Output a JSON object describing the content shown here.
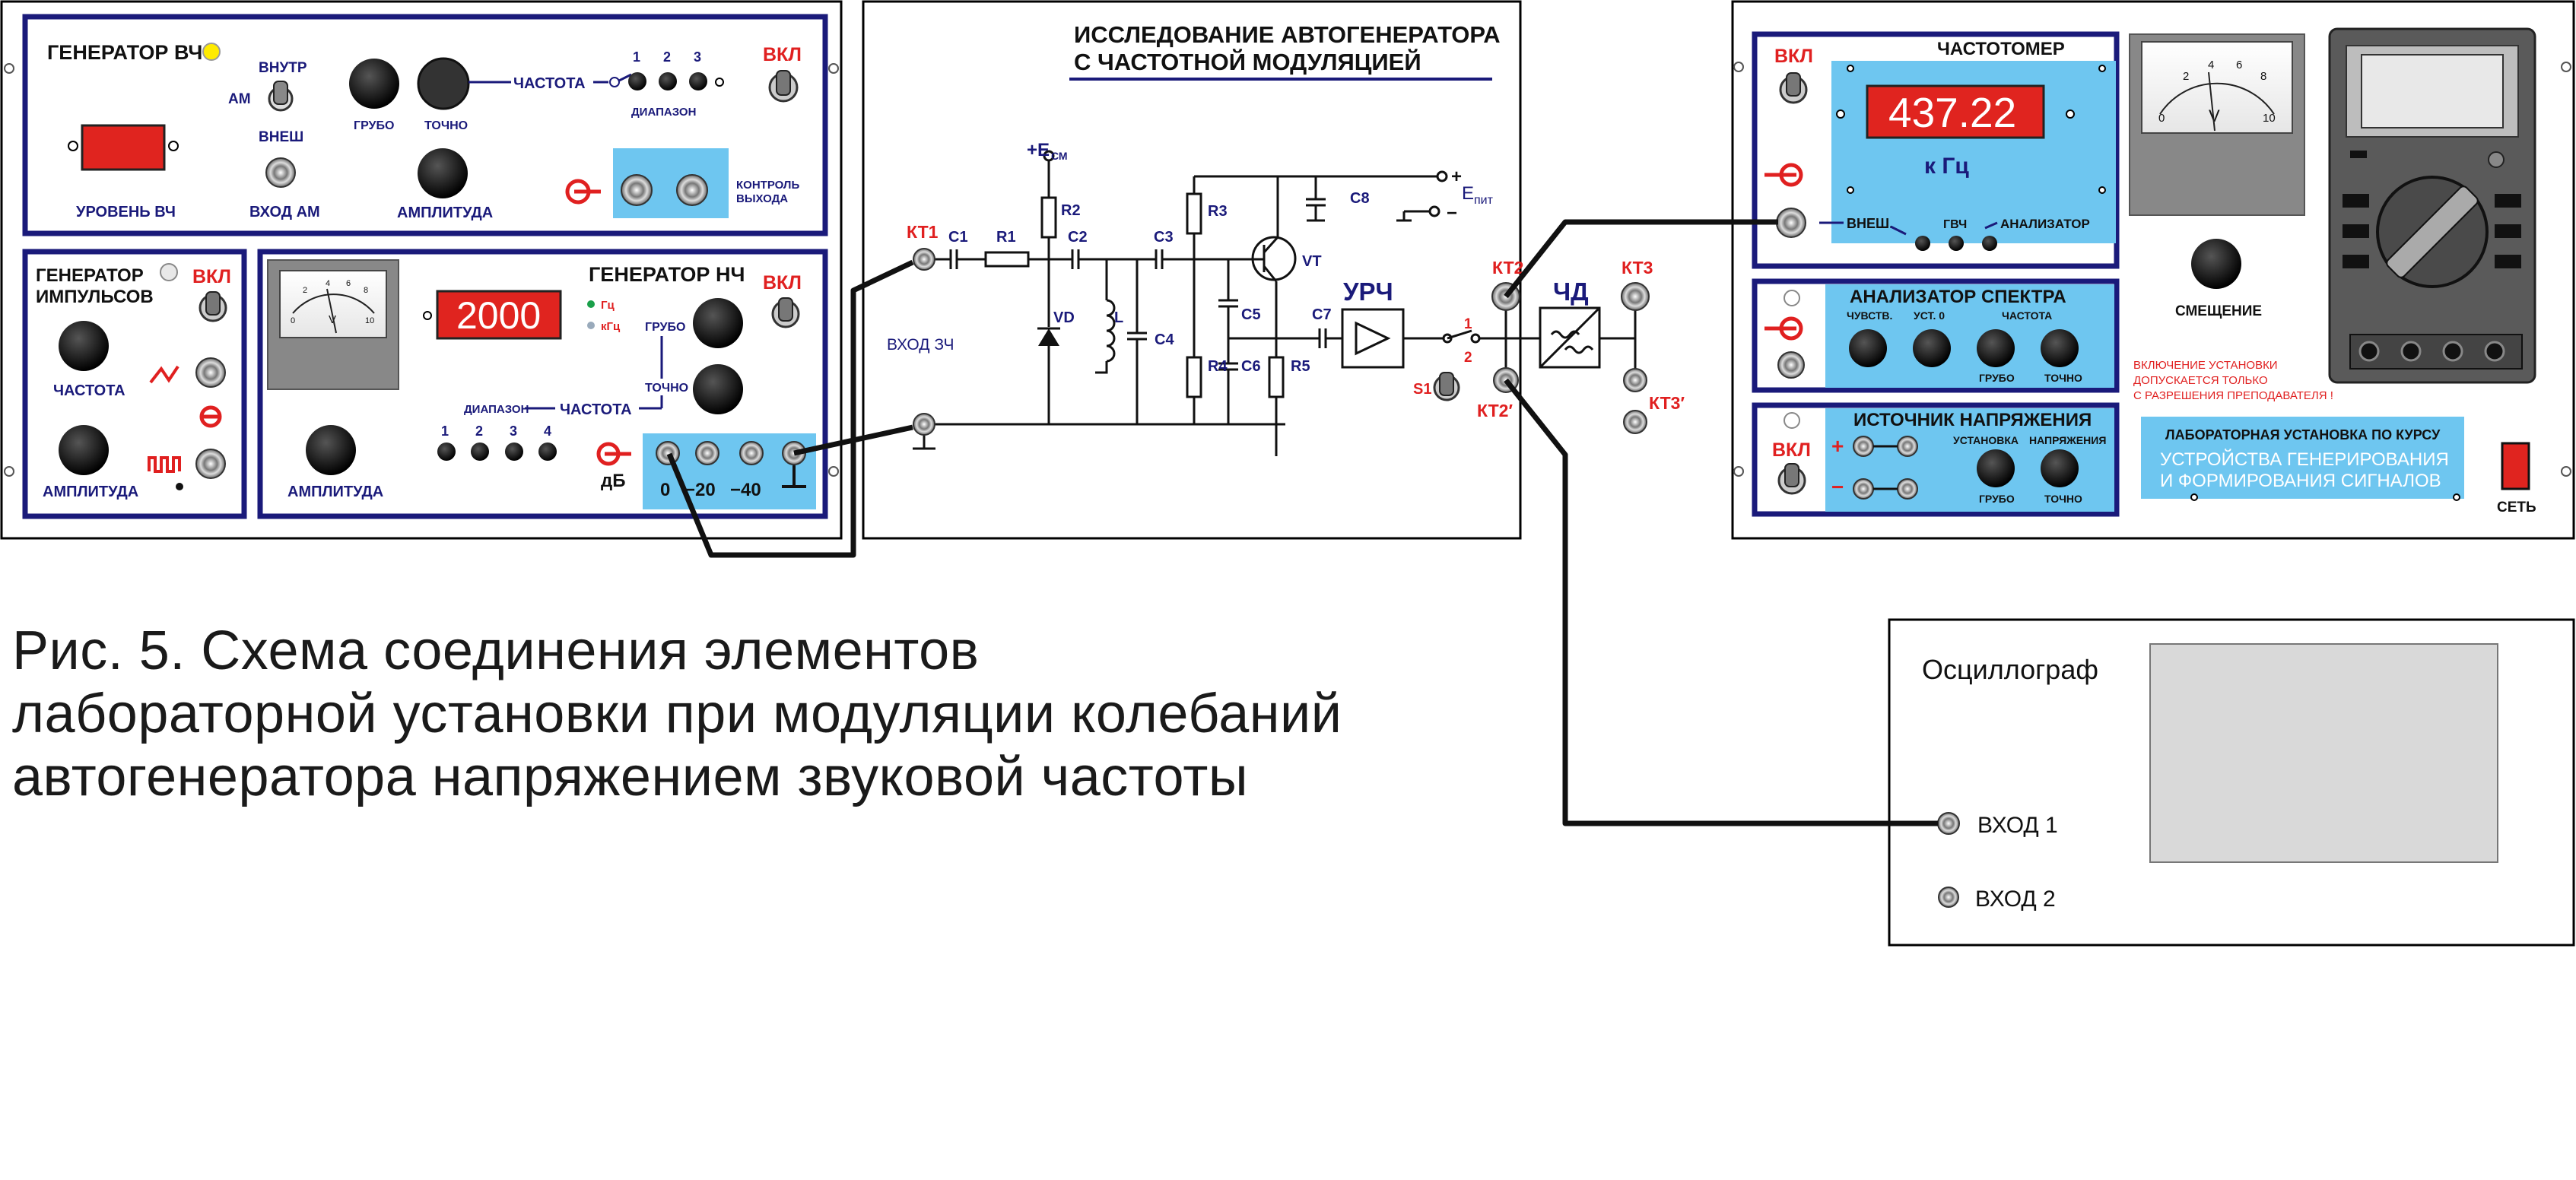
{
  "caption": {
    "line1": "Рис. 5. Схема соединения элементов",
    "line2": "лабораторной установки  при модуляции колебаний",
    "line3": "автогенератора напряжением звуковой частоты"
  },
  "left_panel": {
    "rf_generator": {
      "title": "ГЕНЕРАТОР  ВЧ",
      "level_label": "УРОВЕНЬ  ВЧ",
      "am_label": "АМ",
      "int_label": "ВНУТР",
      "ext_label": "ВНЕШ",
      "am_input_label": "ВХОД АМ",
      "coarse_label": "ГРУБО",
      "fine_label": "ТОЧНО",
      "frequency_label": "ЧАСТОТА",
      "range_label": "ДИАПАЗОН",
      "range_positions": [
        "1",
        "2",
        "3"
      ],
      "amplitude_label": "АМПЛИТУДА",
      "output_control_label_1": "КОНТРОЛЬ",
      "output_control_label_2": "ВЫХОДА",
      "power_label": "ВКЛ",
      "power_indicator_color": "#ffeb00"
    },
    "pulse_generator": {
      "title_1": "ГЕНЕРАТОР",
      "title_2": "ИМПУЛЬСОВ",
      "power_label": "ВКЛ",
      "frequency_label": "ЧАСТОТА",
      "amplitude_label": "АМПЛИТУДА"
    },
    "lf_generator": {
      "title": "ГЕНЕРАТОР  НЧ",
      "display_value": "2000",
      "unit_hz": "Гц",
      "unit_khz": "кГц",
      "coarse_label": "ГРУБО",
      "fine_label": "ТОЧНО",
      "range_label": "ДИАПАЗОН",
      "frequency_label": "ЧАСТОТА",
      "range_positions": [
        "1",
        "2",
        "3",
        "4"
      ],
      "amplitude_label": "АМПЛИТУДА",
      "power_label": "ВКЛ",
      "db_label": "дБ",
      "attenuator": [
        "0",
        "−20",
        "−40"
      ],
      "meter_scale": [
        "0",
        "2",
        "4",
        "6",
        "8",
        "10"
      ],
      "meter_unit": "V"
    }
  },
  "center_panel": {
    "title_1": "ИССЛЕДОВАНИЕ  АВТОГЕНЕРАТОРА",
    "title_2": "С  ЧАСТОТНОЙ  МОДУЛЯЦИЕЙ",
    "supply_label": "+Е",
    "supply_sub": "СМ",
    "epit_label": "Е",
    "epit_sub": "пит",
    "plus": "+",
    "minus": "−",
    "kt1": "КТ1",
    "kt2": "КТ2",
    "kt2p": "КТ2′",
    "kt3": "КТ3",
    "kt3p": "КТ3′",
    "audio_input": "ВХОД  ЗЧ",
    "c1": "С1",
    "c2": "С2",
    "c3": "С3",
    "c4": "С4",
    "c5": "С5",
    "c6": "С6",
    "c7": "С7",
    "c8": "С8",
    "r1": "R1",
    "r2": "R2",
    "r3": "R3",
    "r4": "R4",
    "r5": "R5",
    "vd": "VD",
    "l": "L",
    "vt": "VT",
    "urch": "УРЧ",
    "chd": "ЧД",
    "s1": "S1",
    "pos1": "1",
    "pos2": "2"
  },
  "right_panel": {
    "counter": {
      "title": "ЧАСТОТОМЕР",
      "display_value": "437.22",
      "unit": "к Гц",
      "ext_label": "ВНЕШ.",
      "gvch_label": "ГВЧ",
      "analyzer_label": "АНАЛИЗАТОР",
      "power_label": "ВКЛ"
    },
    "spectrum": {
      "title": "АНАЛИЗАТОР  СПЕКТРА",
      "sensitivity_label": "ЧУВСТВ.",
      "zero_label": "УСТ. 0",
      "frequency_label": "ЧАСТОТА",
      "coarse_label": "ГРУБО",
      "fine_label": "ТОЧНО"
    },
    "power_source": {
      "title": "ИСТОЧНИК  НАПРЯЖЕНИЯ",
      "power_label": "ВКЛ",
      "plus": "+",
      "minus": "−",
      "set_voltage_1": "УСТАНОВКА",
      "set_voltage_2": "НАПРЯЖЕНИЯ",
      "coarse_label": "ГРУБО",
      "fine_label": "ТОЧНО"
    },
    "voltmeter_scale": [
      "0",
      "2",
      "4",
      "6",
      "8",
      "10"
    ],
    "voltmeter_unit": "V",
    "bias_label": "СМЕЩЕНИЕ",
    "warning_1": "ВКЛЮЧЕНИЕ УСТАНОВКИ",
    "warning_2": "ДОПУСКАЕТСЯ ТОЛЬКО",
    "warning_3": "С РАЗРЕШЕНИЯ ПРЕПОДАВАТЕЛЯ !",
    "lab_title": "ЛАБОРАТОРНАЯ УСТАНОВКА  ПО КУРСУ",
    "lab_sub_1": "УСТРОЙСТВА ГЕНЕРИРОВАНИЯ",
    "lab_sub_2": "И ФОРМИРОВАНИЯ  СИГНАЛОВ",
    "mains_label": "СЕТЬ"
  },
  "oscilloscope": {
    "title": "Осциллограф",
    "input1": "ВХОД 1",
    "input2": "ВХОД 2"
  },
  "colors": {
    "panel_border": "#1a1a7a",
    "light_blue": "#6ec6f0",
    "display_red": "#e0241f",
    "label_red": "#e02020",
    "label_blue": "#1a1a7a"
  }
}
